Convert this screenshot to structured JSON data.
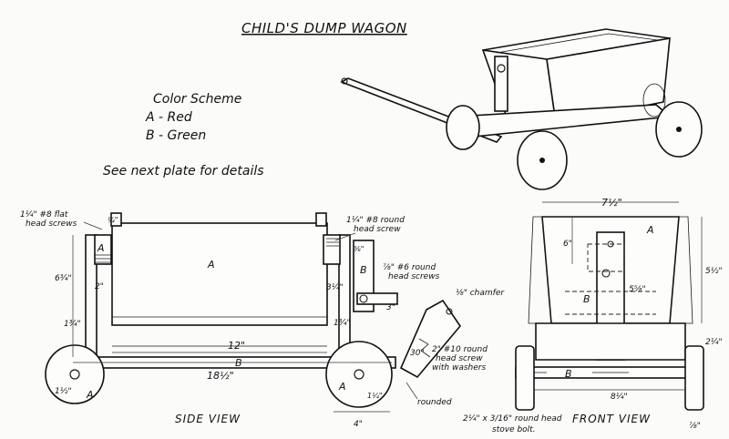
{
  "title": "CHILD'S DUMP WAGON",
  "color_scheme": {
    "heading": "Color Scheme",
    "a": "A - Red",
    "b": "B - Green"
  },
  "note": "See next plate for details",
  "views": {
    "side": "SIDE VIEW",
    "front": "FRONT VIEW"
  },
  "side_labels": {
    "flat_screws_1": "1¼\" #8 flat",
    "flat_screws_2": "head screws",
    "round_screw_1": "1¼\" #8 round",
    "round_screw_2": "head screw",
    "round_screws6_1": "⅞\" #6 round",
    "round_screws6_2": "head screws",
    "chamfer": "⅛\" chamfer",
    "round_washer_1": "2\" #10 round",
    "round_washer_2": "head screw",
    "round_washer_3": "with washers",
    "rounded": "rounded",
    "part_a": "A",
    "part_b": "B",
    "dim_12": "12\"",
    "dim_18": "18½\"",
    "dim_2": "2\"",
    "dim_6_3_4": "6¾\"",
    "dim_1_3_4": "1¾\"",
    "dim_3_1_4": "3¼\"",
    "dim_1_1_2": "1½\"",
    "dim_4": "4\"",
    "dim_3": "3\"",
    "dim_30": "30\"",
    "dim_3_8": "⅜\"",
    "dim_1_4": "¼\"",
    "dim_1_3_4b": "1¾\"",
    "dim_1_1_4": "1¼\""
  },
  "front_labels": {
    "dim_7_1_2": "7½\"",
    "dim_6": "6\"",
    "dim_5_1_2": "5½\"",
    "dim_2_1_4": "2¼\"",
    "dim_8_1_4": "8¼\"",
    "dim_7_8": "⅞\"",
    "dim_5_8": "5⅝\"",
    "bolt_1": "2¼\" x 3/16\" round head",
    "bolt_2": "stove bolt.",
    "part_a": "A",
    "part_b": "B"
  }
}
